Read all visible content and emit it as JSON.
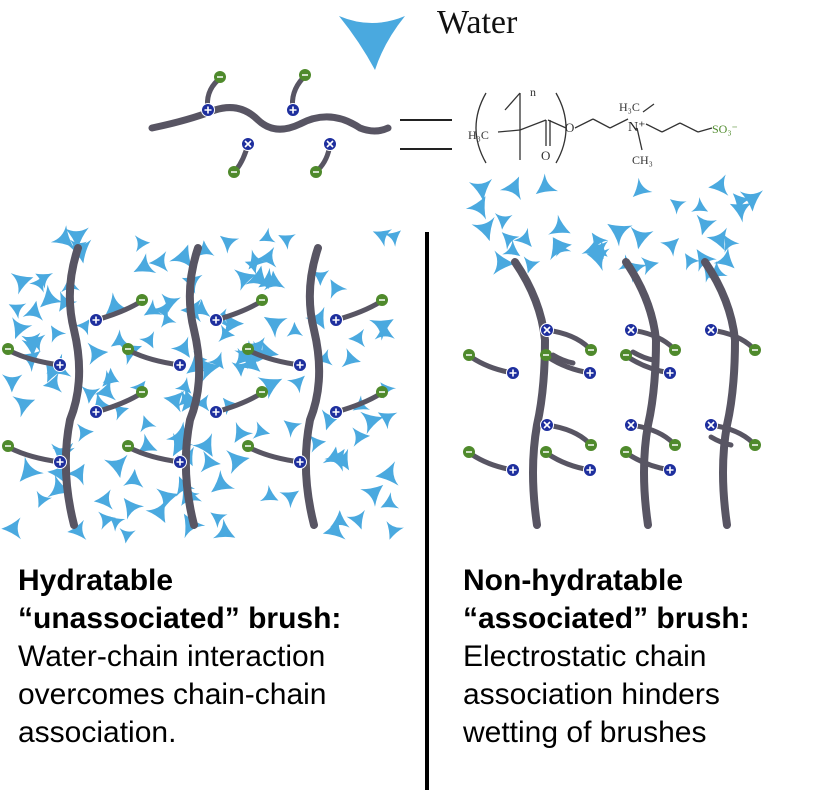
{
  "legend": {
    "water_label": "Water"
  },
  "molecule": {
    "labels": {
      "repeat_n": "n",
      "h3c_left": "H₃C",
      "o_ester": "O",
      "o_carbonyl": "O",
      "h3c_top": "H₃C",
      "n_plus": "N⁺",
      "ch3_bottom": "CH₃",
      "so3": "SO₃⁻"
    }
  },
  "panels": {
    "left": {
      "state": "unassociated",
      "heading_line1": "Hydratable",
      "heading_line2": "“unassociated” brush:",
      "body": [
        "Water-chain interaction",
        "overcomes chain-chain",
        "association."
      ]
    },
    "right": {
      "state": "associated",
      "heading_line1": "Non-hydratable",
      "heading_line2": "“associated” brush:",
      "body": [
        "Electrostatic chain",
        "association hinders",
        "wetting of brushes"
      ]
    }
  },
  "colors": {
    "water": "#4aa9df",
    "chain": "#585563",
    "cation": "#1e2f9e",
    "anion": "#4f8a2c",
    "divider": "#000000"
  },
  "icons": {
    "water": "water-molecule-icon",
    "cation": "cation-plus-icon",
    "anion": "anion-minus-icon",
    "paired": "ion-pair-x-icon"
  }
}
